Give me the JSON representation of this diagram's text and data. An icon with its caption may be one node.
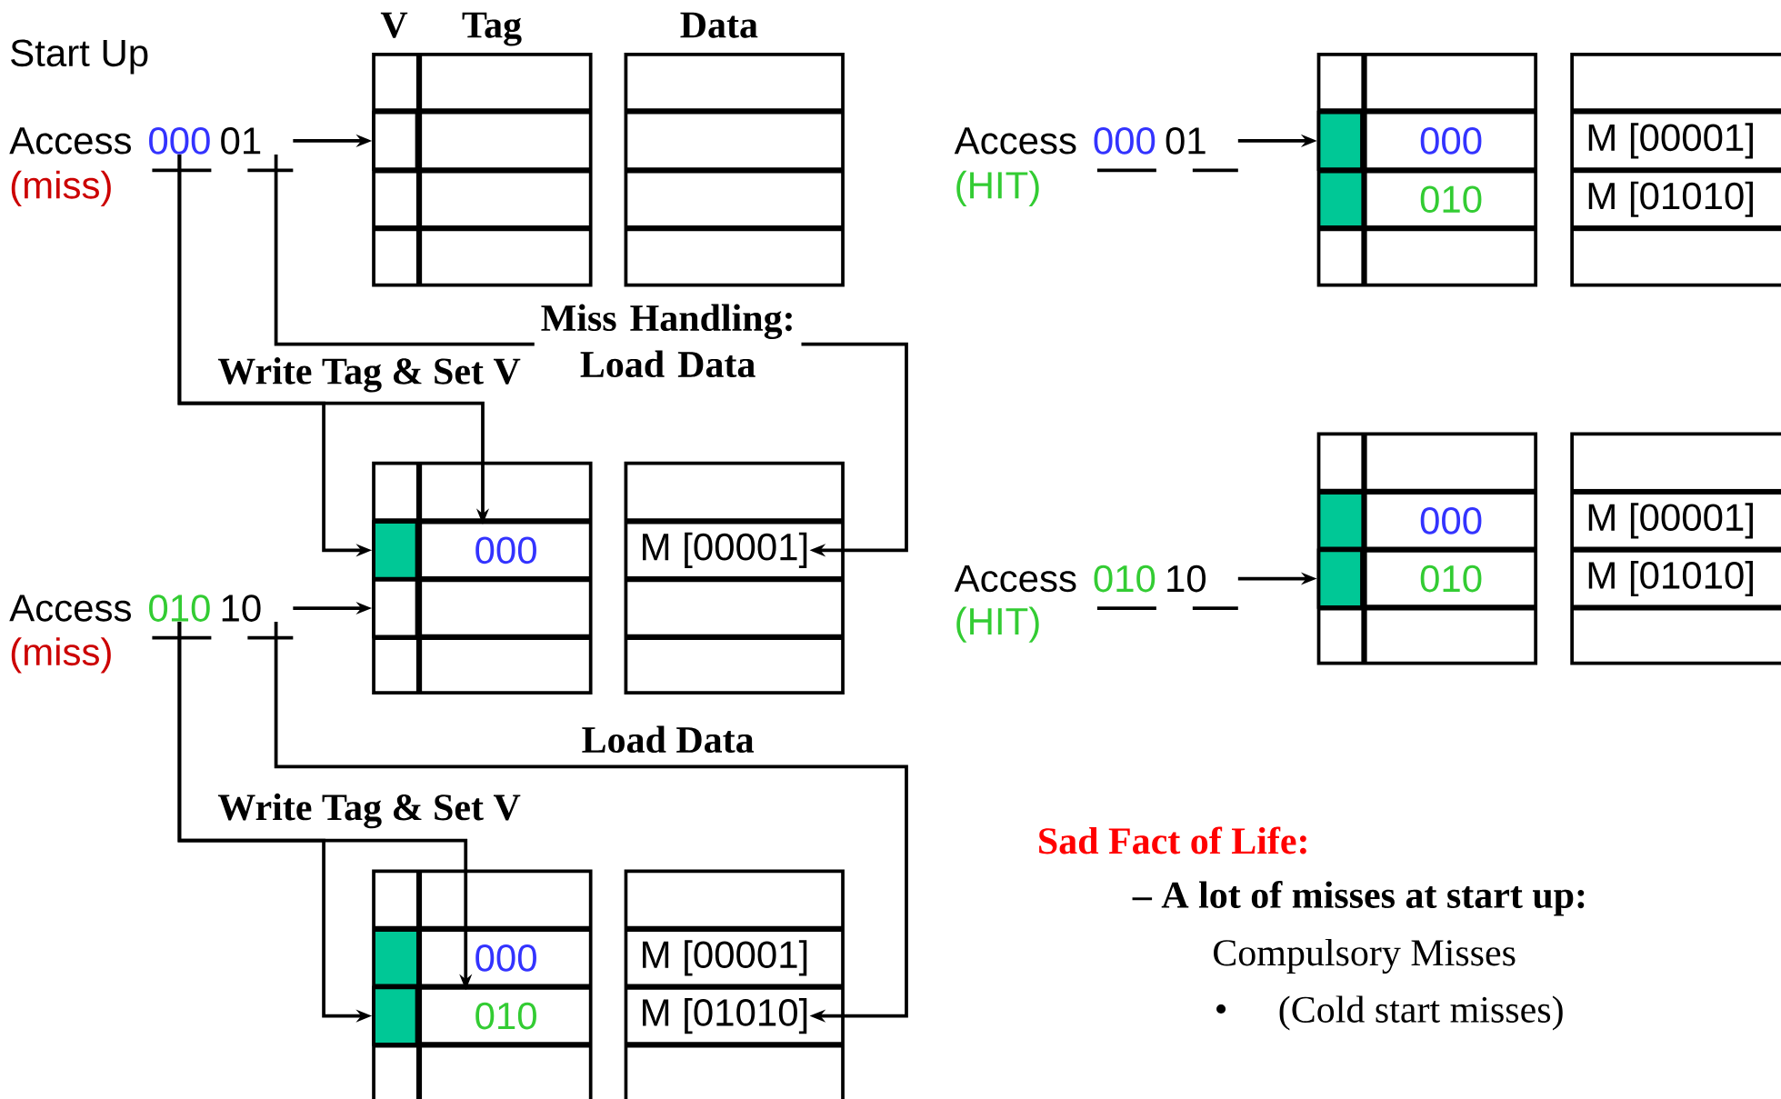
{
  "diagram": {
    "nodes": [
      {
        "text": [
          "Access"
        ]
      },
      {
        "text": [
          "000"
        ]
      },
      {
        "text": [
          "01"
        ]
      },
      {
        "text": [],
        "shape": "box"
      },
      {
        "text": [
          "Access"
        ]
      },
      {
        "text": [
          "010"
        ]
      },
      {
        "text": [
          "10"
        ]
      },
      {
        "text": [],
        "shape": "box"
      },
      {
        "text": [
          "000"
        ]
      },
      {
        "text": [
          "M [00001]"
        ]
      },
      {
        "text": [],
        "shape": "box"
      },
      {
        "text": [
          "000"
        ]
      },
      {
        "text": [
          "M [00001]"
        ]
      },
      {
        "text": [],
        "shape": "box"
      },
      {
        "text": [
          "010"
        ]
      },
      {
        "text": [
          "M [01010]"
        ]
      },
      {
        "text": [
          "Access"
        ]
      },
      {
        "text": [
          "000"
        ]
      },
      {
        "text": [
          "01"
        ]
      },
      {
        "text": [],
        "shape": "box"
      },
      {
        "text": [
          "000"
        ]
      },
      {
        "text": [
          "M [00001]"
        ]
      },
      {
        "text": [
          "010"
        ]
      },
      {
        "text": [
          "M [01010]"
        ]
      },
      {
        "text": [
          "Access"
        ]
      },
      {
        "text": [
          "010"
        ]
      },
      {
        "text": [
          "10"
        ]
      },
      {
        "text": [],
        "shape": "box"
      },
      {
        "text": [
          "000"
        ]
      },
      {
        "text": [
          "M [00001]"
        ]
      },
      {
        "text": [
          "010"
        ]
      },
      {
        "text": [
          "M [01010]"
        ]
      }
    ],
    "edges": [
      {
        "from": 2,
        "to": 3,
        "arrow": "to"
      },
      {
        "from": 1,
        "to": 8,
        "arrow": "to",
        "label": "Write Tag & Set V"
      },
      {
        "from": 1,
        "to": 7,
        "arrow": "to"
      },
      {
        "from": 2,
        "to": 9,
        "arrow": "to",
        "label": "Miss Handling: Load Data"
      },
      {
        "from": 6,
        "to": 10,
        "arrow": "to"
      },
      {
        "from": 5,
        "to": 14,
        "arrow": "to",
        "label": "Write Tag & Set V"
      },
      {
        "from": 5,
        "to": 13,
        "arrow": "to"
      },
      {
        "from": 6,
        "to": 15,
        "arrow": "to",
        "label": "Load Data"
      },
      {
        "from": 18,
        "to": 19,
        "arrow": "to"
      },
      {
        "from": 26,
        "to": 27,
        "arrow": "to"
      }
    ],
    "labels": [
      "Start Up",
      "V",
      "Tag",
      "Data",
      "(miss)",
      "(HIT)",
      "(HIT)",
      "(miss)",
      "Sad Fact of Life:",
      "– A lot of misses at start up:",
      "Compulsory Misses",
      "•",
      "(Cold start misses)"
    ]
  }
}
